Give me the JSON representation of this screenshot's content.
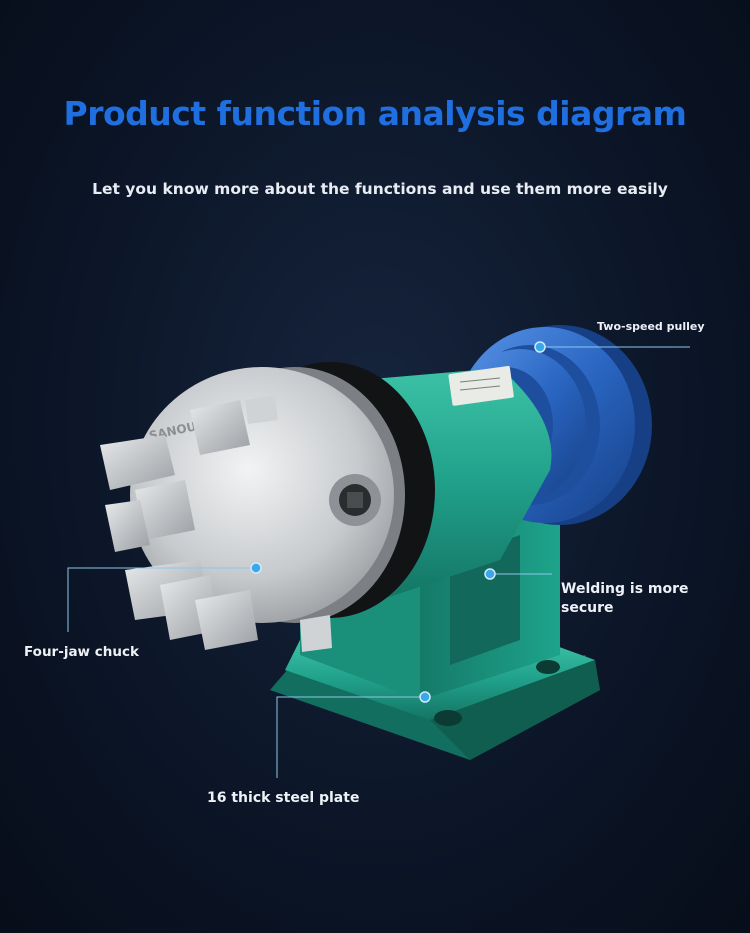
{
  "header": {
    "title": "Product function analysis diagram",
    "subtitle": "Let you know more about the functions and use them more easily"
  },
  "product": {
    "brand_mark": "SANOU"
  },
  "callouts": {
    "pulley": "Two-speed pulley",
    "welding": "Welding is more secure",
    "chuck": "Four-jaw chuck",
    "plate": "16 thick steel plate"
  },
  "colors": {
    "background": "#0c1628",
    "title": "#1f6fe0",
    "callout_dot": "#3aa8e8",
    "housing_green": "#23a48c",
    "pulley_blue": "#2d6bc8",
    "chuck_silver": "#c9ccd0"
  }
}
